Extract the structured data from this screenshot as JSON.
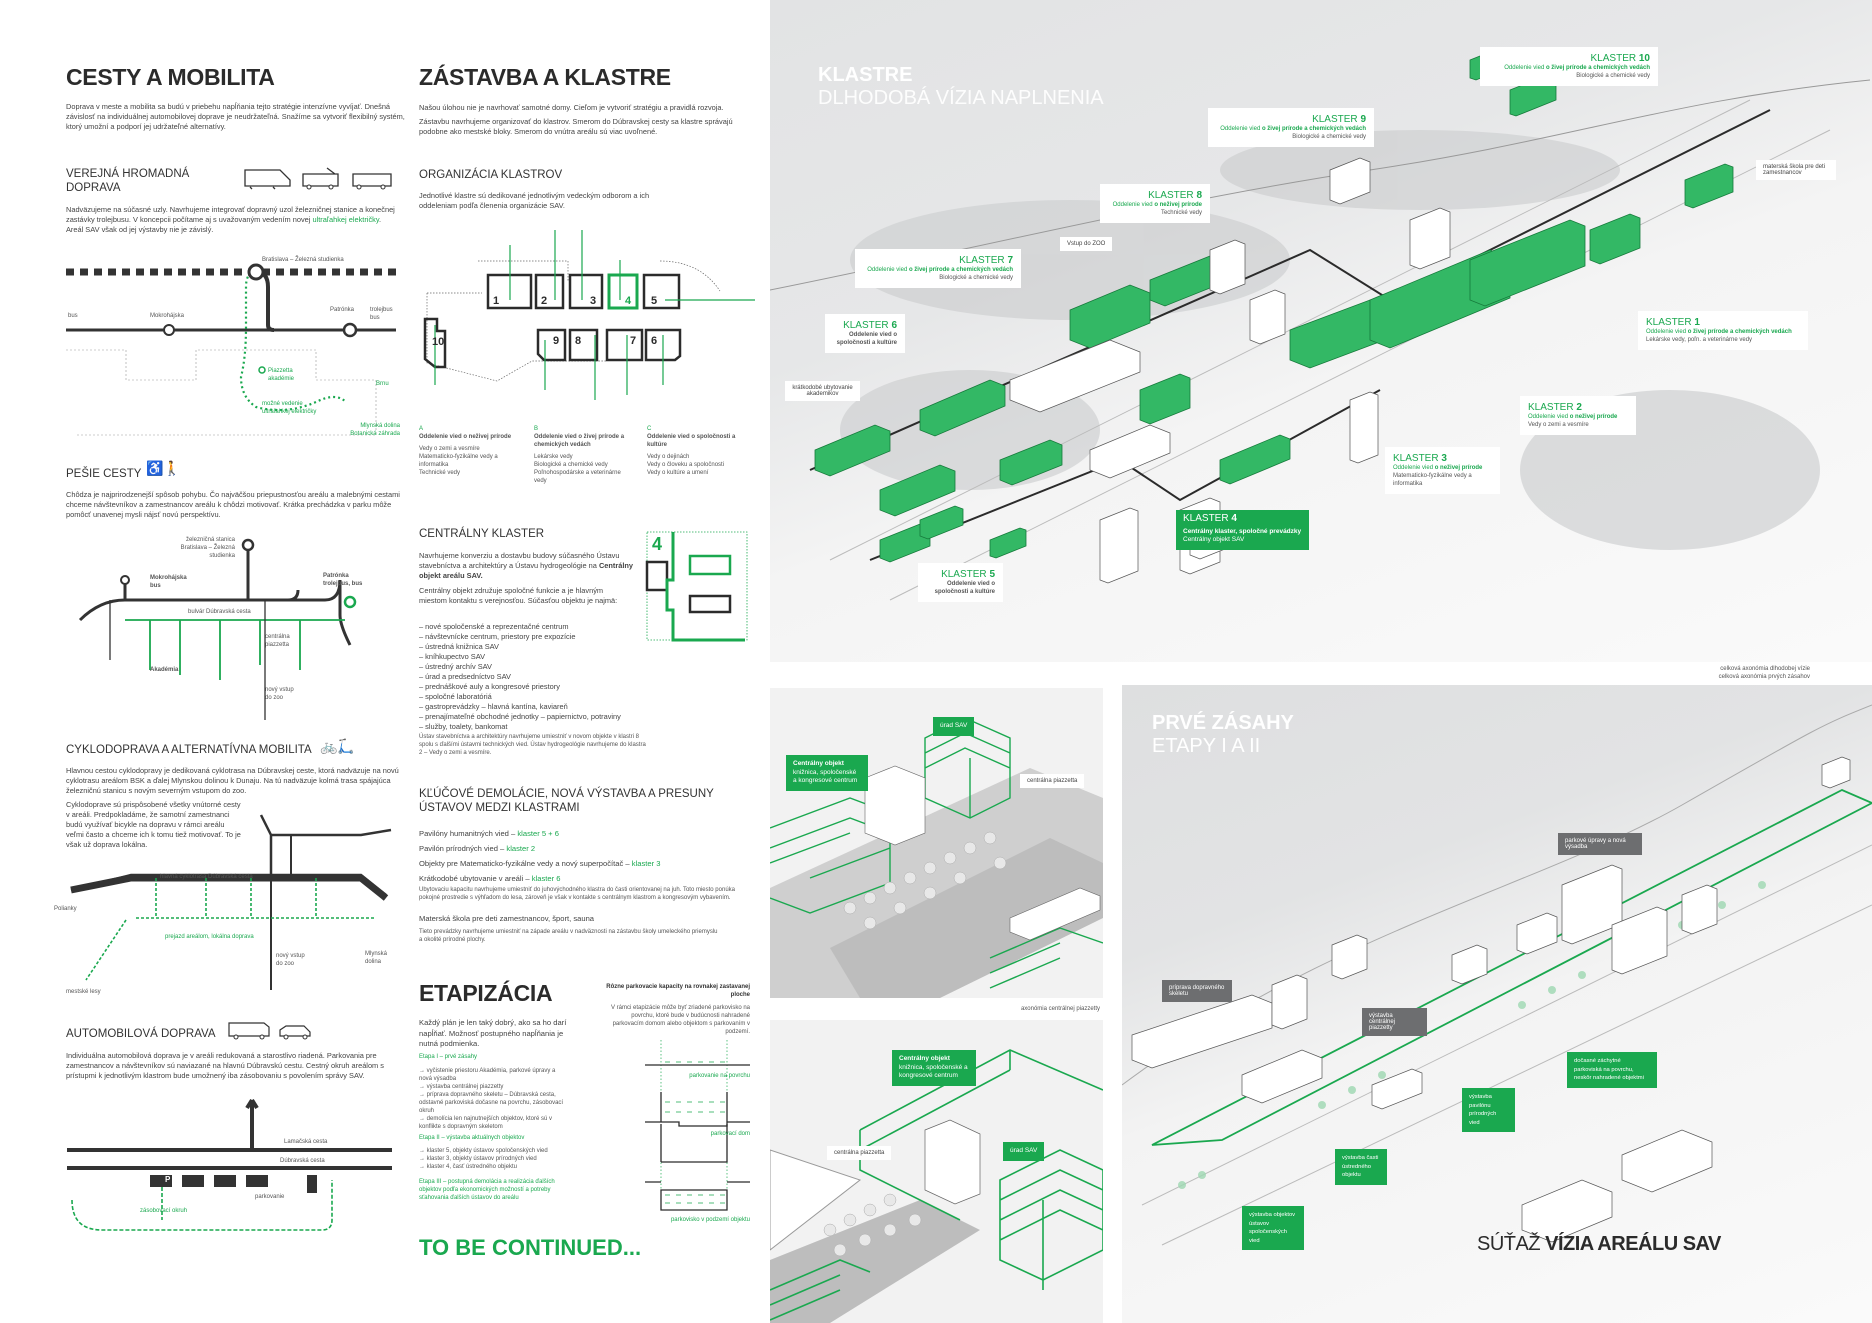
{
  "mobility": {
    "title": "CESTY A MOBILITA",
    "intro": "Doprava v meste a mobilita sa budú v priebehu napĺňania tejto stratégie intenzívne vyvíjať. Dnešná závislosť na individuálnej automobilovej doprave je neudržateľná. Snažíme sa vytvoriť flexibilný systém, ktorý umožní a podporí jej udržateľné alternatívy.",
    "public": {
      "title": "VEREJNÁ HROMADNÁ DOPRAVA",
      "text": "Nadväzujeme na súčasné uzly. Navrhujeme integrovať dopravný uzol železničnej stanice a konečnej zastávky trolejbusu. V koncepcii počítame aj s uvažovaným vedením novej",
      "link": "ultraľahkej električky",
      "text2": ". Areál SAV však od jej výstavby nie je závislý.",
      "labels": [
        "Bratislava – Železná studienka",
        "bus",
        "Mokrohájska",
        "Patrónka",
        "trolejbus bus",
        "Piazzetta akadémie",
        "Brnu",
        "možné vedenie ultraľahkej električky",
        "Mlynská dolina Botanická záhrada"
      ]
    },
    "walk": {
      "title": "PEŠIE CESTY",
      "text": "Chôdza je najprirodzenejší spôsob pohybu. Čo najväčšou priepustnosťou areálu a malebnými cestami chceme návštevníkov a zamestnancov areálu k chôdzi motivovať. Krátka prechádzka v parku môže pomôcť unavenej mysli nájsť novú perspektívu.",
      "labels": [
        "železničná stanica Bratislava – Železná studienka",
        "Mokrohájska bus",
        "Patrónka trolejbus, bus",
        "bulvár Dúbravská cesta",
        "centrálna piazzetta",
        "Akadémia",
        "nový vstup do zoo"
      ]
    },
    "bike": {
      "title": "CYKLODOPRAVA A ALTERNATÍVNA MOBILITA",
      "text": "Hlavnou cestou cyklodopravy je dedikovaná cyklotrasa na Dúbravskej ceste, ktorá nadväzuje na novú cyklotrasu areálom BSK a ďalej Mlynskou dolinou k Dunaju. Na tú nadväzuje kolmá trasa spájajúca železničnú stanicu s novým severným vstupom do zoo.",
      "text2": "Cyklodoprave sú prispôsobené všetky vnútorné cesty v areáli. Predpokladáme, že samotní zamestnanci budú využívať bicykle na dopravu v rámci areálu veľmi často a chceme ich k tomu tiež motivovať. To je však už doprava lokálna.",
      "labels": [
        "hlavná cyklotrasa Dúbravská cesta",
        "Polianky",
        "prejazd areálom, lokálna doprava",
        "nový vstup do zoo",
        "Mlynská dolina",
        "mestské lesy"
      ]
    },
    "car": {
      "title": "AUTOMOBILOVÁ DOPRAVA",
      "text": "Individuálna automobilová doprava je v areáli redukovaná a starostlivo riadená. Parkovania pre zamestnancov a návštevníkov sú naviazané na hlavnú Dúbravskú cestu. Cestný okruh areálom s prístupmi k jednotlivým klastrom bude umožnený iba zásobovaniu s povolením správy SAV.",
      "labels": [
        "Lamačská cesta",
        "Dúbravská cesta",
        "P",
        "parkovanie",
        "zásobovací okruh"
      ]
    }
  },
  "clusters": {
    "title": "ZÁSTAVBA A KLASTRE",
    "p1": "Našou úlohou nie je navrhovať samotné domy. Cieľom je vytvoriť stratégiu a pravidlá rozvoja.",
    "p2": "Zástavbu navrhujeme organizovať do klastrov. Smerom do Dúbravskej cesty sa klastre správajú podobne ako mestské bloky. Smerom do vnútra areálu sú viac uvoľnené.",
    "org": {
      "title": "ORGANIZÁCIA KLASTROV",
      "text": "Jednotlivé klastre sú dedikované jednotlivým vedeckým odborom a ich oddeleniam podľa členenia organizácie SAV.",
      "numbers": [
        "1",
        "2",
        "3",
        "4",
        "5",
        "10",
        "9",
        "8",
        "7",
        "6"
      ],
      "legend": [
        {
          "k": "A",
          "name": "Oddelenie vied o neživej prírode",
          "items": "Vedy o zemi a vesmíre\nMatematicko-fyzikálne vedy a informatika\nTechnické vedy"
        },
        {
          "k": "B",
          "name": "Oddelenie vied o živej prírode a chemických vedách",
          "items": "Lekárske vedy\nBiologické a chemické vedy\nPoľnohospodárske a veterinárne vedy"
        },
        {
          "k": "C",
          "name": "Oddelenie vied o spoločnosti a kultúre",
          "items": "Vedy o dejinách\nVedy o človeku a spoločnosti\nVedy o kultúre a umení"
        }
      ]
    },
    "central": {
      "title": "CENTRÁLNY KLASTER",
      "p1": "Navrhujeme konverziu a dostavbu budovy súčasného Ústavu stavebníctva a architektúry a Ústavu hydrogeológie na",
      "p1b": "Centrálny objekt areálu SAV.",
      "p2": "Centrálny objekt združuje spoločné funkcie a je hlavným miestom kontaktu s verejnosťou. Súčasťou objektu je najmä:",
      "list": [
        "– nové spoločenské a reprezentačné centrum",
        "– návštevnícke centrum, priestory pre expozície",
        "– ústredná knižnica SAV",
        "– kníhkupectvo SAV",
        "– ústredný archív SAV",
        "– úrad a predsedníctvo SAV",
        "– prednáškové auly a kongresové priestory",
        "– spoločné laboratóriá",
        "– gastroprevádzky – hlavná kantína, kaviareň",
        "– prenajímateľné obchodné jednotky – papiernictvo, potraviny",
        "– služby, toalety, bankomat"
      ],
      "note": "Ústav stavebníctva a architektúry navrhujeme umiestniť v novom objekte v klastri 8 spolu s ďalšími ústavmi technických vied. Ústav hydrogeológie navrhujeme do klastra 2 – Vedy o zemi a vesmíre.",
      "num": "4"
    },
    "moves": {
      "title": "KĽÚČOVÉ DEMOLÁCIE, NOVÁ VÝSTAVBA A PRESUNY ÚSTAVOV MEDZI KLASTRAMI",
      "items": [
        {
          "t": "Pavilóny humanitných vied –",
          "k": "klaster 5 + 6"
        },
        {
          "t": "Pavilón prírodných vied –",
          "k": "klaster 2"
        },
        {
          "t": "Objekty pre Matematicko-fyzikálne vedy a nový superpočítač –",
          "k": "klaster 3"
        },
        {
          "t": "Krátkodobé ubytovanie v areáli –",
          "k": "klaster 6"
        }
      ],
      "note1": "Ubytovaciu kapacitu navrhujeme umiestniť do juhovýchodného klastra do časti orientovanej na juh. Toto miesto ponúka pokojné prostredie s výhľadom do lesa, zároveň je však v kontakte s centrálnym klastrom a kongresovým vybavením.",
      "sub": "Materská škola pre deti zamestnancov, šport, sauna",
      "note2": "Tieto prevádzky navrhujeme umiestniť na západe areálu v nadväznosti na zástavbu školy umeleckého priemyslu a okolité prírodné plochy."
    }
  },
  "phasing": {
    "title": "ETAPIZÁCIA",
    "text": "Každý plán je len taký dobrý, ako sa ho darí napĺňať. Možnosť postupného napĺňania je nutná podmienka.",
    "e1": "Etapa I – prvé zásahy",
    "e1items": [
      "→ vyčistenie priestoru Akadémia, parkové úpravy a nová výsadba",
      "→ výstavba centrálnej piazzetty",
      "→ príprava dopravného skeletu – Dúbravská cesta, odstavné parkoviská dočasne na povrchu, zásobovací okruh",
      "→ demolícia len najnutnejších objektov, ktoré sú v konflikte s dopravným skeletom"
    ],
    "e2": "Etapa II – výstavba aktuálnych objektov",
    "e2items": [
      "→ klaster 5, objekty ústavov spoločenských vied",
      "→ klaster 3, objekty ústavov prírodných vied",
      "→ klaster 4, časť ústredného objektu"
    ],
    "e3": "Etapa III – postupná demolácia a realizácia ďalších objektov podľa ekonomických možností a potreby sťahovania ďalších ústavov do areálu",
    "parkTitle": "Rôzne parkovacie kapacity na rovnakej zastavanej ploche",
    "parkText": "V rámci etapizácie môže byť zriadené parkovisko na povrchu, ktoré bude v budúcnosti nahradené parkovacím domom alebo objektom s parkovaním v podzemí.",
    "parkLabels": [
      "parkovanie na povrchu",
      "parkovací dom",
      "parkovisko v podzemí objektu"
    ],
    "continued": "TO BE CONTINUED..."
  },
  "map": {
    "title": "KLASTRE",
    "subtitle": "DLHODOBÁ VÍZIA NAPLNENIA",
    "labels": [
      {
        "t": "KLASTER ",
        "n": "10",
        "a": "Oddelenie vied ",
        "b": "o živej prírode a chemických vedách",
        "c": "Biologické a chemické vedy"
      },
      {
        "t": "KLASTER ",
        "n": "9",
        "a": "Oddelenie vied ",
        "b": "o živej prírode a chemických vedách",
        "c": "Biologické a chemické vedy"
      },
      {
        "t": "KLASTER ",
        "n": "8",
        "a": "Oddelenie vied ",
        "b": "o neživej prírode",
        "c": "Technické vedy"
      },
      {
        "t": "KLASTER ",
        "n": "7",
        "a": "Oddelenie vied ",
        "b": "o živej prírode a chemických vedách",
        "c": "Biologické a chemické vedy"
      },
      {
        "t": "KLASTER ",
        "n": "6",
        "a": "",
        "b": "Oddelenie vied o spoločnosti a kultúre",
        "c": ""
      },
      {
        "t": "KLASTER ",
        "n": "1",
        "a": "Oddelenie vied ",
        "b": "o živej prírode a chemických vedách",
        "c": "Lekárske vedy, poľn. a veterinárne vedy"
      },
      {
        "t": "KLASTER ",
        "n": "2",
        "a": "Oddelenie vied ",
        "b": "o neživej prírode",
        "c": "Vedy o zemi a vesmíre"
      },
      {
        "t": "KLASTER ",
        "n": "3",
        "a": "Oddelenie vied ",
        "b": "o neživej prírode",
        "c": "Matematicko-fyzikálne vedy a informatika"
      },
      {
        "t": "KLASTER ",
        "n": "5",
        "a": "",
        "b": "Oddelenie vied o spoločnosti a kultúre",
        "c": ""
      }
    ],
    "k4": {
      "t": "KLASTER ",
      "n": "4",
      "b": "Centrálny klaster, spoločné prevádzky",
      "c": "Centrálny objekt SAV"
    },
    "zoo": "Vstup do ZOO",
    "school": "materská škola pre deti zamestnancov",
    "lodging": "krátkodobé ubytovanie akademikov",
    "caption1": "celková axonómia dlhodobej vízie",
    "caption2": "celková axonómia prvých zásahov"
  },
  "piazzetta": {
    "central_t": "Centrálny objekt",
    "central_s": "knižnica, spoločenské a kongresové centrum",
    "office": "úrad SAV",
    "plaza": "centrálna piazzetta",
    "caption": "axonómia centrálnej piazzetty"
  },
  "first": {
    "title": "PRVÉ ZÁSAHY",
    "subtitle": "ETAPY I A II",
    "dark": [
      "parkové úpravy a nová výsadba",
      "príprava dopravného skeletu",
      "výstavba centrálnej piazzetty"
    ],
    "green": [
      "dočasné záchytné parkoviská na povrchu, neskôr nahradené objektmi",
      "výstavba pavilónu prírodných vied",
      "výstavba časti ústredného objektu",
      "výstavba objektov ústavov spoločenských vied"
    ],
    "brand_light": "SÚŤAŽ ",
    "brand_bold": "VÍZIA AREÁLU SAV"
  },
  "colors": {
    "green": "#1aa84f",
    "dark": "#2b2b2b",
    "gray": "#e4e5e6"
  }
}
